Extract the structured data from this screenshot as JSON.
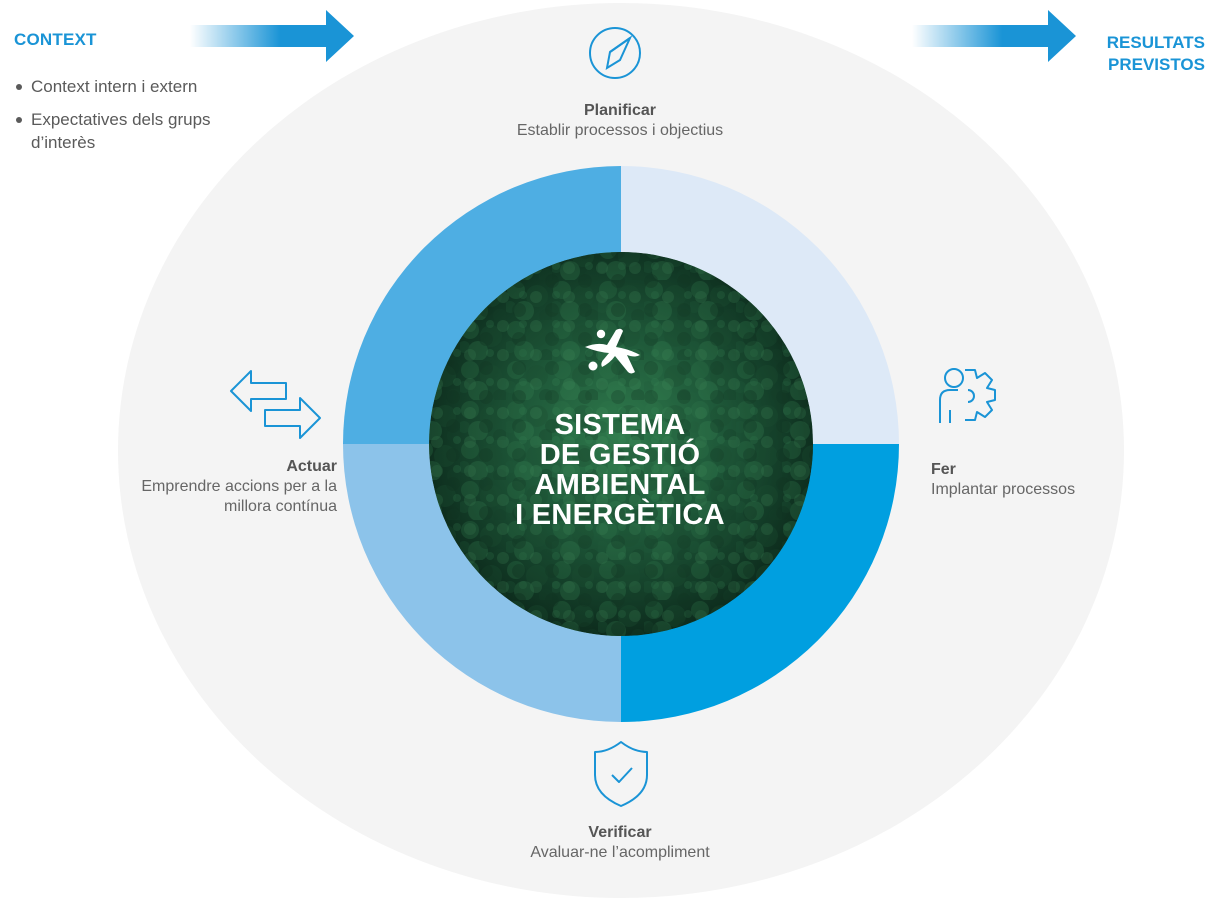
{
  "context": {
    "title": "CONTEXT",
    "items": [
      "Context intern i extern",
      "Expectatives dels grups d’interès"
    ]
  },
  "results": {
    "title": "RESULTATS PREVISTOS"
  },
  "center": {
    "title": "SISTEMA\nDE GESTIÓ\nAMBIENTAL\nI ENERGÈTICA",
    "logo_icon": "caixabank-star-logo"
  },
  "phases": {
    "plan": {
      "name": "Planificar",
      "description": "Establir processos i objectius",
      "icon": "compass-icon"
    },
    "do": {
      "name": "Fer",
      "description": "Implantar processos",
      "icon": "person-gear-icon"
    },
    "check": {
      "name": "Verificar",
      "description": "Avaluar-ne l’acompliment",
      "icon": "shield-check-icon"
    },
    "act": {
      "name": "Actuar",
      "description": "Emprendre accions per a la millora contínua",
      "icon": "bidirectional-arrows-icon"
    }
  },
  "colors": {
    "accent": "#1a94d6",
    "quad_plan": "#dde9f7",
    "quad_do": "#009fe0",
    "quad_check": "#8cc3ea",
    "quad_act": "#4eaee3",
    "outer_ring": "#f4f4f4",
    "center_forest": "#1d4a33"
  }
}
